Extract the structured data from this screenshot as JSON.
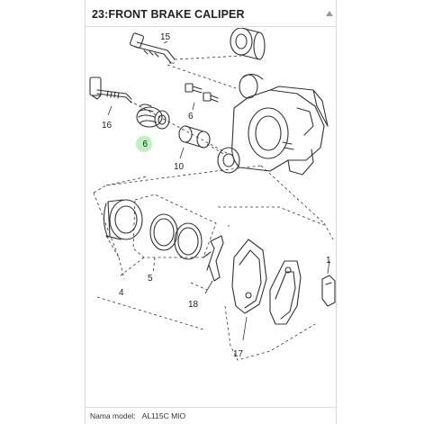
{
  "title": "23:FRONT BRAKE CALIPER",
  "footer": {
    "model_label": "Nama model:",
    "model_value": "AL115C MIO"
  },
  "callouts": {
    "c15": "15",
    "c16": "16",
    "c9": "9",
    "c6": "6",
    "c10": "10",
    "c4": "4",
    "c5": "5",
    "c18": "18",
    "c17": "17",
    "c1": "1"
  },
  "colors": {
    "highlight": "#bff0bf",
    "line": "#333333",
    "frame": "#d8d8d8"
  }
}
